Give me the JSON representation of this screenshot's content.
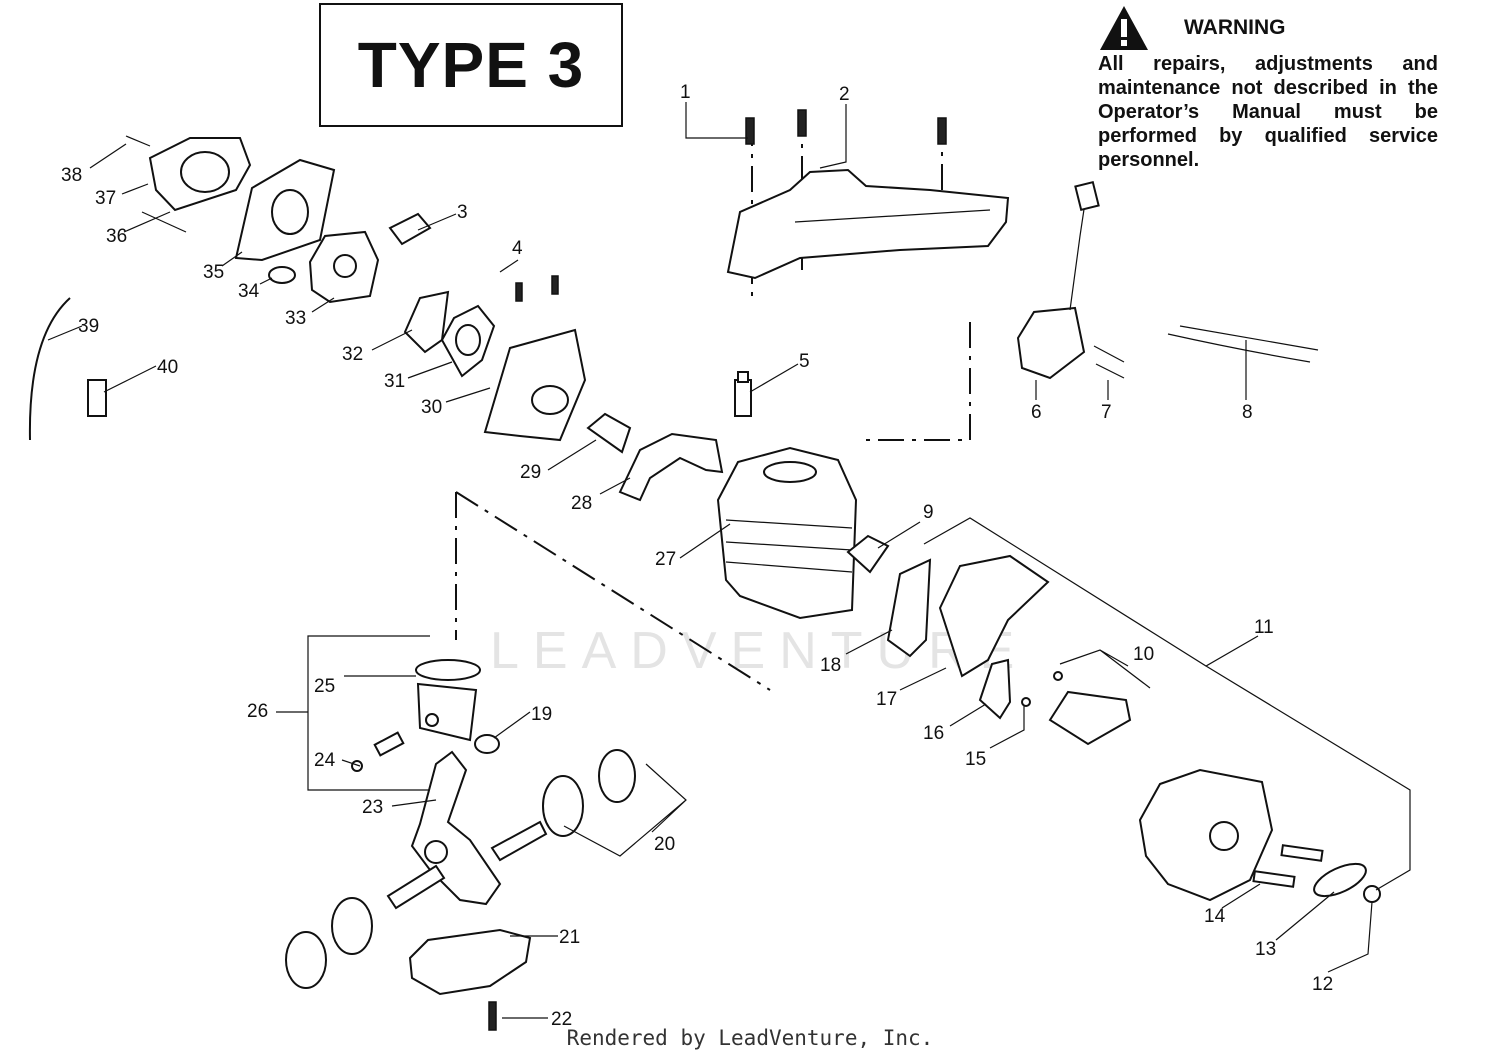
{
  "type_title": "TYPE 3",
  "warning": {
    "title": "WARNING",
    "body": "All repairs, adjustments and maintenance not described in the Operator’s Manual must be performed by qualified service personnel."
  },
  "watermark": "LEADVENTURE",
  "footer": "Rendered by LeadVenture, Inc.",
  "callouts": [
    "1",
    "2",
    "3",
    "4",
    "5",
    "6",
    "7",
    "8",
    "9",
    "10",
    "11",
    "12",
    "13",
    "14",
    "15",
    "16",
    "17",
    "18",
    "19",
    "20",
    "21",
    "22",
    "23",
    "24",
    "25",
    "26",
    "27",
    "28",
    "29",
    "30",
    "31",
    "32",
    "33",
    "34",
    "35",
    "36",
    "37",
    "38",
    "39",
    "40"
  ]
}
